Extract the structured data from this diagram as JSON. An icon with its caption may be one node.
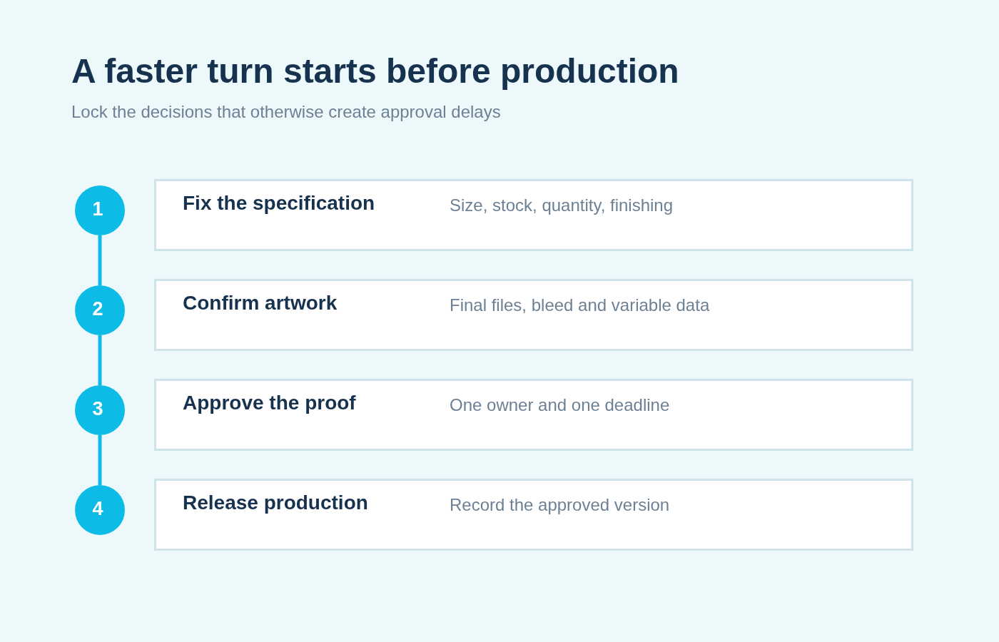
{
  "diagram": {
    "title": "A faster turn starts before production",
    "nodes": [
      {
        "text": [
          "1"
        ]
      },
      {
        "text": [
          "Fix the specification",
          "Size, stock, quantity, finishing"
        ]
      },
      {
        "text": [
          "2"
        ]
      },
      {
        "text": [
          "Confirm artwork",
          "Final files, bleed and variable data"
        ]
      },
      {
        "text": [
          "3"
        ]
      },
      {
        "text": [
          "Approve the proof",
          "One owner and one deadline"
        ]
      },
      {
        "text": [
          "4"
        ]
      },
      {
        "text": [
          "Release production",
          "Record the approved version"
        ]
      }
    ],
    "edges": [
      {
        "from": 0,
        "to": 2,
        "arrow": "none"
      },
      {
        "from": 2,
        "to": 4,
        "arrow": "none"
      },
      {
        "from": 4,
        "to": 6,
        "arrow": "none"
      }
    ],
    "labels": [
      "Lock the decisions that otherwise create approval delays"
    ]
  }
}
